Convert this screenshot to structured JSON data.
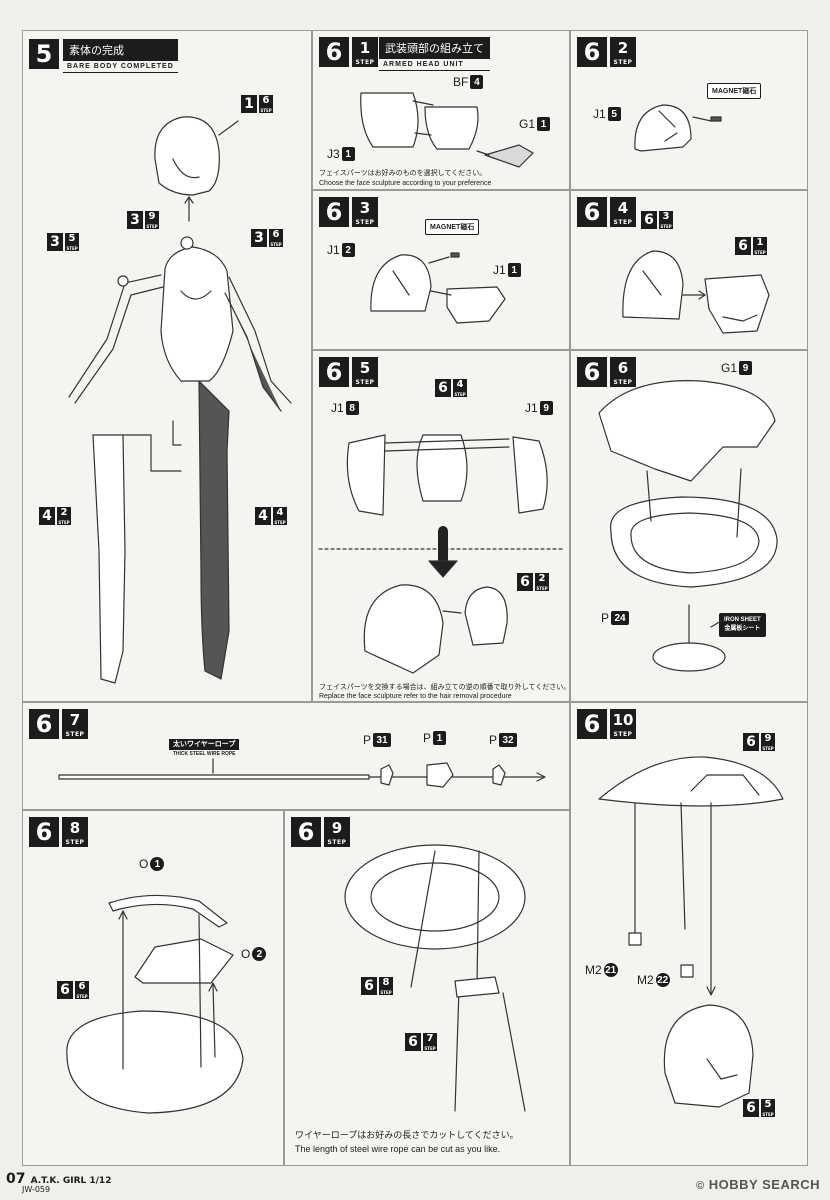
{
  "steps": {
    "s5": {
      "major": "5",
      "title_jp": "素体の完成",
      "title_en": "BARE BODY COMPLETED",
      "refs": [
        {
          "major": "1",
          "minor": "6"
        },
        {
          "major": "3",
          "minor": "9"
        },
        {
          "major": "3",
          "minor": "5"
        },
        {
          "major": "3",
          "minor": "6"
        },
        {
          "major": "4",
          "minor": "2"
        },
        {
          "major": "4",
          "minor": "4"
        }
      ]
    },
    "s6_1": {
      "major": "6",
      "minor": "1",
      "title_jp": "武装頭部の組み立て",
      "title_en": "ARMED HEAD UNIT",
      "parts": [
        {
          "code": "BF",
          "num": "4"
        },
        {
          "code": "G1",
          "num": "1"
        },
        {
          "code": "J3",
          "num": "1"
        }
      ],
      "note_jp": "フェイスパーツはお好みのものを選択してください。",
      "note_en": "Choose the face sculpture according to your preference"
    },
    "s6_2": {
      "major": "6",
      "minor": "2",
      "parts": [
        {
          "code": "J1",
          "num": "5"
        }
      ],
      "magnet": "MAGNET磁石"
    },
    "s6_3": {
      "major": "6",
      "minor": "3",
      "parts": [
        {
          "code": "J1",
          "num": "2"
        },
        {
          "code": "J1",
          "num": "1"
        }
      ],
      "magnet": "MAGNET磁石"
    },
    "s6_4": {
      "major": "6",
      "minor": "4",
      "refs": [
        {
          "major": "6",
          "minor": "3"
        },
        {
          "major": "6",
          "minor": "1"
        }
      ]
    },
    "s6_5": {
      "major": "6",
      "minor": "5",
      "parts": [
        {
          "code": "J1",
          "num": "8"
        },
        {
          "code": "J1",
          "num": "9"
        }
      ],
      "refs": [
        {
          "major": "6",
          "minor": "4"
        },
        {
          "major": "6",
          "minor": "2"
        }
      ],
      "note_jp": "フェイスパーツを交換する場合は、組み立ての逆の順番で取り外してください。",
      "note_en": "Replace the face sculpture refer to the hair removal procedure"
    },
    "s6_6": {
      "major": "6",
      "minor": "6",
      "parts": [
        {
          "code": "G1",
          "num": "9"
        },
        {
          "code": "P",
          "num": "24"
        }
      ],
      "iron_en": "IRON SHEET",
      "iron_jp": "金属板シート"
    },
    "s6_7": {
      "major": "6",
      "minor": "7",
      "wire_jp": "太いワイヤーロープ",
      "wire_en": "THICK STEEL WIRE ROPE",
      "parts": [
        {
          "code": "P",
          "num": "31"
        },
        {
          "code": "P",
          "num": "1"
        },
        {
          "code": "P",
          "num": "32"
        }
      ]
    },
    "s6_8": {
      "major": "6",
      "minor": "8",
      "parts": [
        {
          "code": "O",
          "num": "1"
        },
        {
          "code": "O",
          "num": "2"
        }
      ],
      "refs": [
        {
          "major": "6",
          "minor": "6"
        }
      ]
    },
    "s6_9": {
      "major": "6",
      "minor": "9",
      "refs": [
        {
          "major": "6",
          "minor": "8"
        },
        {
          "major": "6",
          "minor": "7"
        }
      ],
      "note_jp": "ワイヤーロープはお好みの長さでカットしてください。",
      "note_en": "The length of steel wire rope can be cut as you like."
    },
    "s6_10": {
      "major": "6",
      "minor": "10",
      "refs": [
        {
          "major": "6",
          "minor": "9"
        },
        {
          "major": "6",
          "minor": "5"
        }
      ],
      "parts": [
        {
          "code": "M2",
          "num": "21"
        },
        {
          "code": "M2",
          "num": "22"
        }
      ]
    }
  },
  "step_word": "STEP",
  "footer": {
    "page": "07",
    "name": "A.T.K. GIRL 1/12",
    "code": "JW-059",
    "watermark": "HOBBY SEARCH",
    "copyright": "©"
  }
}
